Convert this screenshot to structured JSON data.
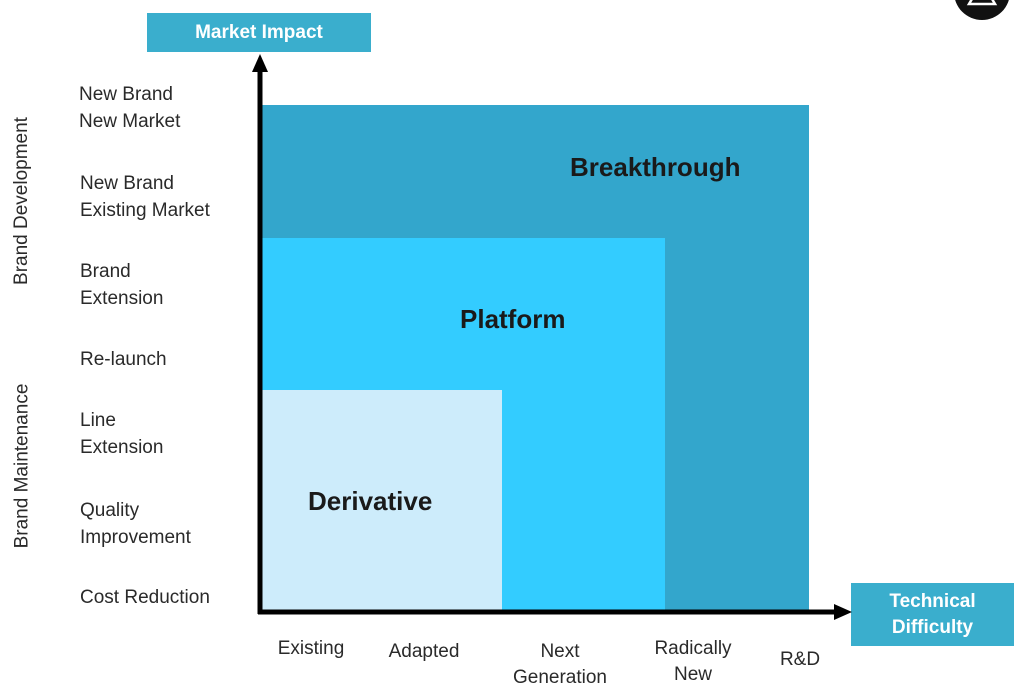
{
  "colors": {
    "header_box": "#3aaecd",
    "breakthrough": "#33a6cc",
    "platform": "#33ccff",
    "derivative": "#cdecfb",
    "axis": "#000000"
  },
  "y_axis_title": "Market Impact",
  "x_axis_title": "Technical\nDifficulty",
  "y_groups": [
    "Brand Development",
    "Brand Maintenance"
  ],
  "rows": [
    "New Brand\nNew Market",
    "New Brand\nExisting Market",
    "Brand\nExtension",
    "Re-launch",
    "Line\nExtension",
    "Quality\nImprovement",
    "Cost Reduction"
  ],
  "columns": [
    "Existing",
    "Adapted",
    "Next\nGeneration",
    "Radically\nNew",
    "R&D"
  ],
  "zones": {
    "breakthrough": "Breakthrough",
    "platform": "Platform",
    "derivative": "Derivative"
  },
  "corner_icon": "warning-triangle-icon"
}
